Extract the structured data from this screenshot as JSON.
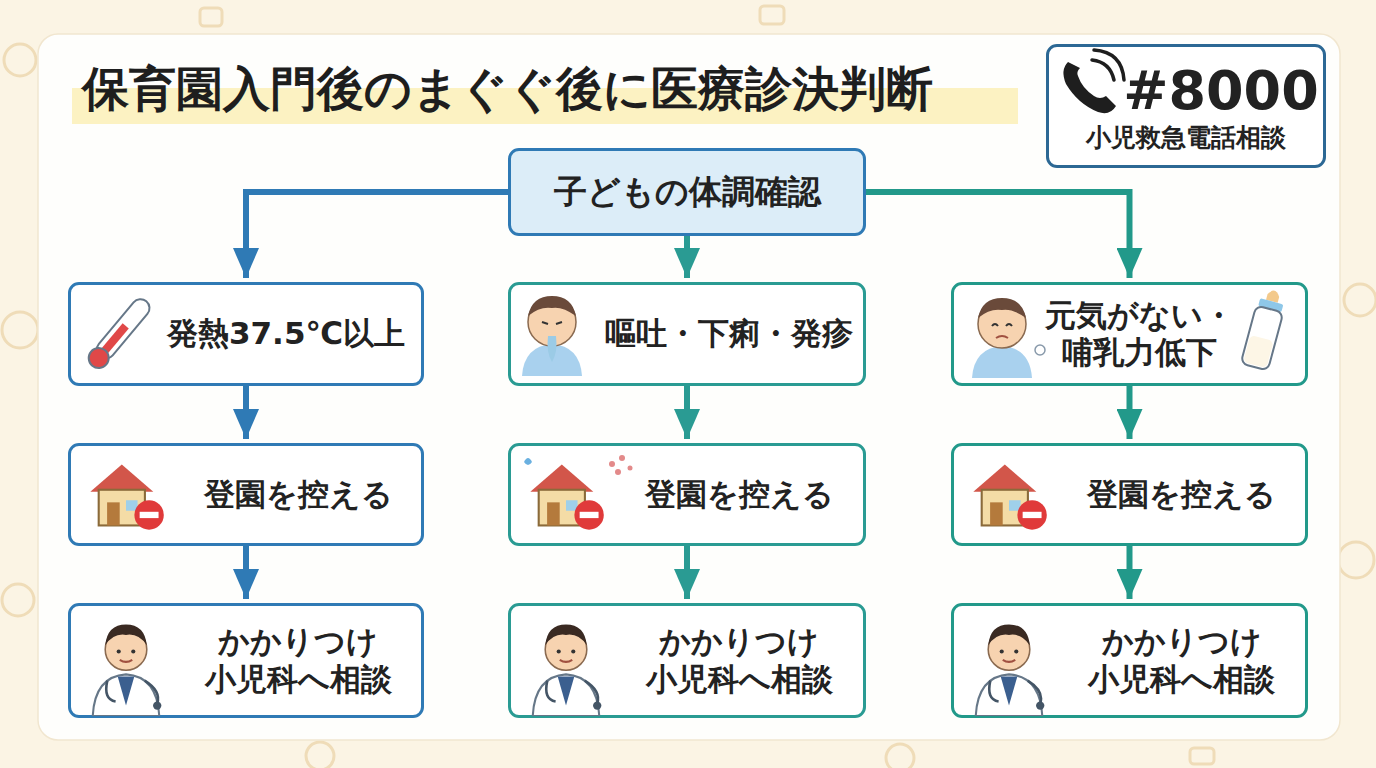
{
  "diagram": {
    "title": "保育園入門後のまぐぐ後に医療診決判断",
    "nodes": [
      {
        "text": [
          "#8000",
          "小児救急電話相談"
        ]
      },
      {
        "text": [
          "子どもの体調確認"
        ]
      },
      {
        "text": [
          "発熱37.5℃以上"
        ]
      },
      {
        "text": [
          "嘔吐・下痢・発疹"
        ]
      },
      {
        "text": [
          "元気がない・ 哺乳力低下"
        ]
      },
      {
        "text": [
          "登園を控える"
        ]
      },
      {
        "text": [
          "登園を控える"
        ]
      },
      {
        "text": [
          "登園を控える"
        ]
      },
      {
        "text": [
          "かかりつけ 小児科へ相談"
        ]
      },
      {
        "text": [
          "かかりつけ 小児科へ相談"
        ]
      },
      {
        "text": [
          "かかりつけ 小児科へ相談"
        ]
      }
    ],
    "edges": [
      {
        "from": 1,
        "to": 2,
        "arrow": "to"
      },
      {
        "from": 1,
        "to": 3,
        "arrow": "to"
      },
      {
        "from": 1,
        "to": 4,
        "arrow": "to"
      },
      {
        "from": 2,
        "to": 5,
        "arrow": "to"
      },
      {
        "from": 3,
        "to": 6,
        "arrow": "to"
      },
      {
        "from": 4,
        "to": 7,
        "arrow": "to"
      },
      {
        "from": 5,
        "to": 8,
        "arrow": "to"
      },
      {
        "from": 6,
        "to": 9,
        "arrow": "to"
      },
      {
        "from": 7,
        "to": 10,
        "arrow": "to"
      }
    ]
  }
}
